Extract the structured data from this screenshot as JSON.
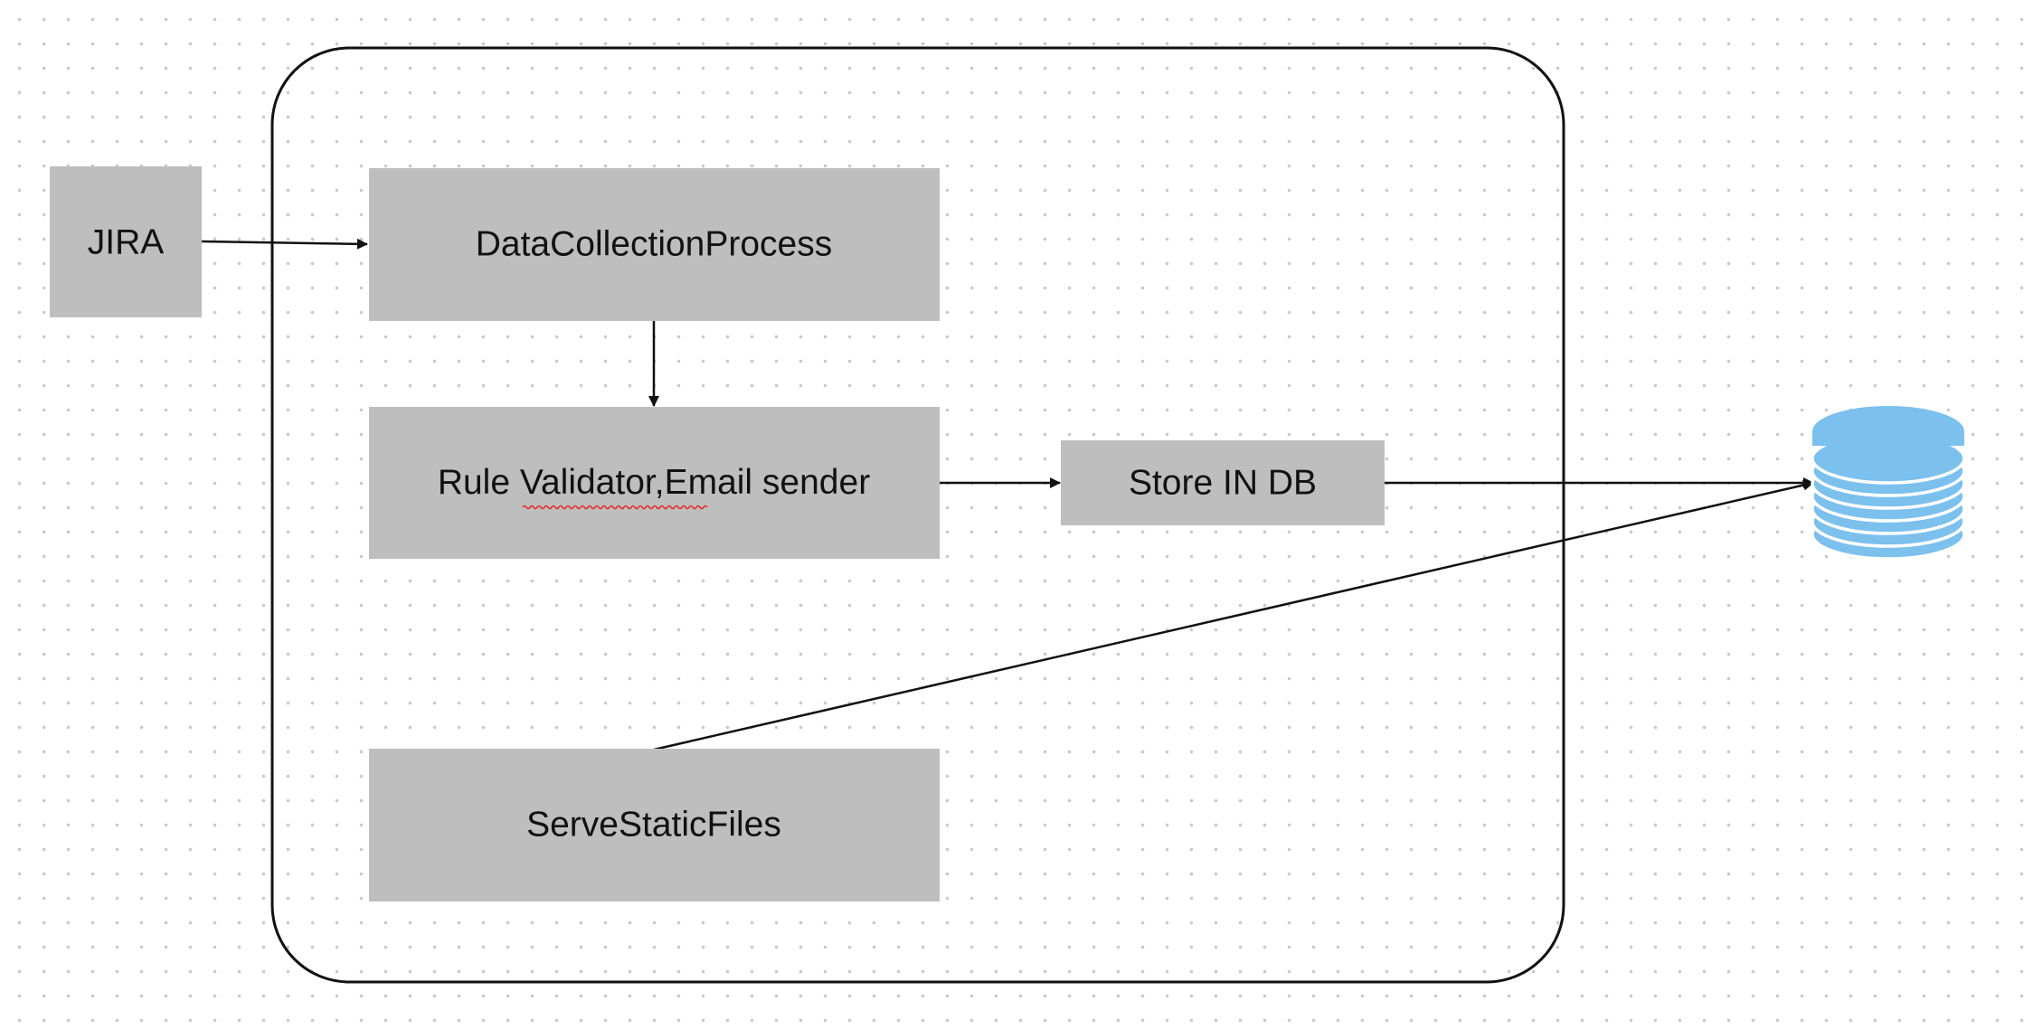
{
  "diagram": {
    "nodes": {
      "jira": {
        "label": "JIRA"
      },
      "data_collection": {
        "label": "DataCollectionProcess"
      },
      "rule_validator": {
        "label_part1": "Rule ",
        "label_part2": "Validator,Email",
        "label_part3": " sender"
      },
      "store_db": {
        "label": "Store IN DB"
      },
      "serve_static": {
        "label": "ServeStaticFiles"
      },
      "database": {
        "icon": "database-icon"
      }
    },
    "edges": [
      {
        "from": "jira",
        "to": "data_collection"
      },
      {
        "from": "data_collection",
        "to": "rule_validator"
      },
      {
        "from": "rule_validator",
        "to": "store_db"
      },
      {
        "from": "store_db",
        "to": "database"
      },
      {
        "from": "serve_static",
        "to": "database"
      }
    ],
    "colors": {
      "node_fill": "#bebebe",
      "db_fill": "#7cc0ee",
      "line": "#111111",
      "spellcheck": "#e03030"
    }
  }
}
